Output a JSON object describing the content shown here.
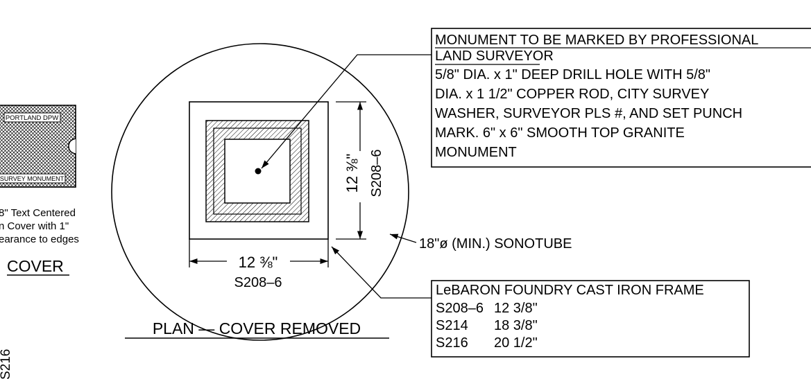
{
  "cover_detail": {
    "plate_top_text": "PORTLAND DPW",
    "plate_bottom_text": "SURVEY MONUMENT",
    "note_lines": [
      "8\" Text Centered",
      "n Cover with 1\"",
      "earance to edges"
    ],
    "title": "COVER",
    "side_label": "S216"
  },
  "plan": {
    "title": "PLAN — COVER REMOVED",
    "horizontal_dim": "12 ⅜\"",
    "horizontal_dim_code": "S208–6",
    "vertical_dim": "12 ⅜\"",
    "vertical_dim_code": "S208–6",
    "sonotube_label": "18\"ø (MIN.) SONOTUBE"
  },
  "monument_note": {
    "heading_lines": [
      "MONUMENT TO BE MARKED BY PROFESSIONAL",
      "LAND SURVEYOR"
    ],
    "body_lines": [
      "5/8\" DIA. x 1\" DEEP DRILL HOLE WITH 5/8\"",
      "DIA. x  1 1/2\" COPPER ROD, CITY SURVEY",
      "WASHER,  SURVEYOR PLS #, AND SET PUNCH",
      "MARK. 6\" x 6\" SMOOTH TOP GRANITE",
      "MONUMENT"
    ]
  },
  "frame_table": {
    "title": "LeBARON FOUNDRY CAST IRON FRAME",
    "rows": [
      {
        "code": "S208–6",
        "size": "12 3/8\""
      },
      {
        "code": "S214",
        "size": "18 3/8\""
      },
      {
        "code": "S216",
        "size": "20 1/2\""
      }
    ]
  }
}
